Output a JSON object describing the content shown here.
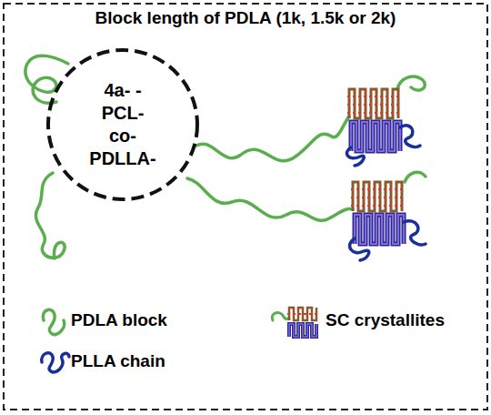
{
  "diagram": {
    "title": "Block length of PDLA (1k, 1.5k or 2k)",
    "nodes": [
      {
        "text": [
          "4a- -PCL-co- PDLLA-"
        ]
      }
    ],
    "legend": [
      {
        "text": "PDLA block"
      },
      {
        "text": "PLLA chain"
      },
      {
        "text": "SC crystallites"
      }
    ]
  }
}
